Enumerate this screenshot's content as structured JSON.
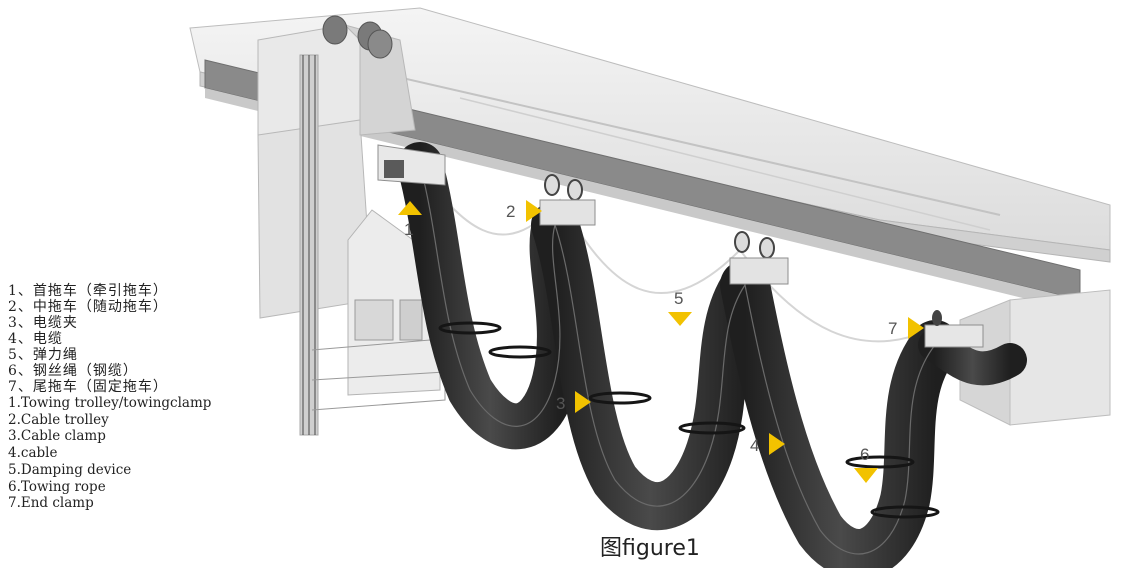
{
  "legend_cn": [
    "1、首拖车（牵引拖车）",
    "2、中拖车（随动拖车）",
    "3、电缆夹",
    "4、电缆",
    "5、弹力绳",
    "6、钢丝绳（钢缆）",
    "7、尾拖车（固定拖车）"
  ],
  "legend_en": [
    "1.Towing trolley/towingclamp",
    "2.Cable trolley",
    "3.Cable clamp",
    "4.cable",
    "5.Damping device",
    "6.Towing rope",
    "7.End clamp"
  ],
  "callouts": [
    "1",
    "2",
    "5",
    "3",
    "4",
    "6",
    "7"
  ],
  "caption": "图figure1",
  "colors": {
    "marker": "#f2c200",
    "cable": "#2f2f2f",
    "beam": "#ececec",
    "beam_dark": "#7d7d7d"
  }
}
